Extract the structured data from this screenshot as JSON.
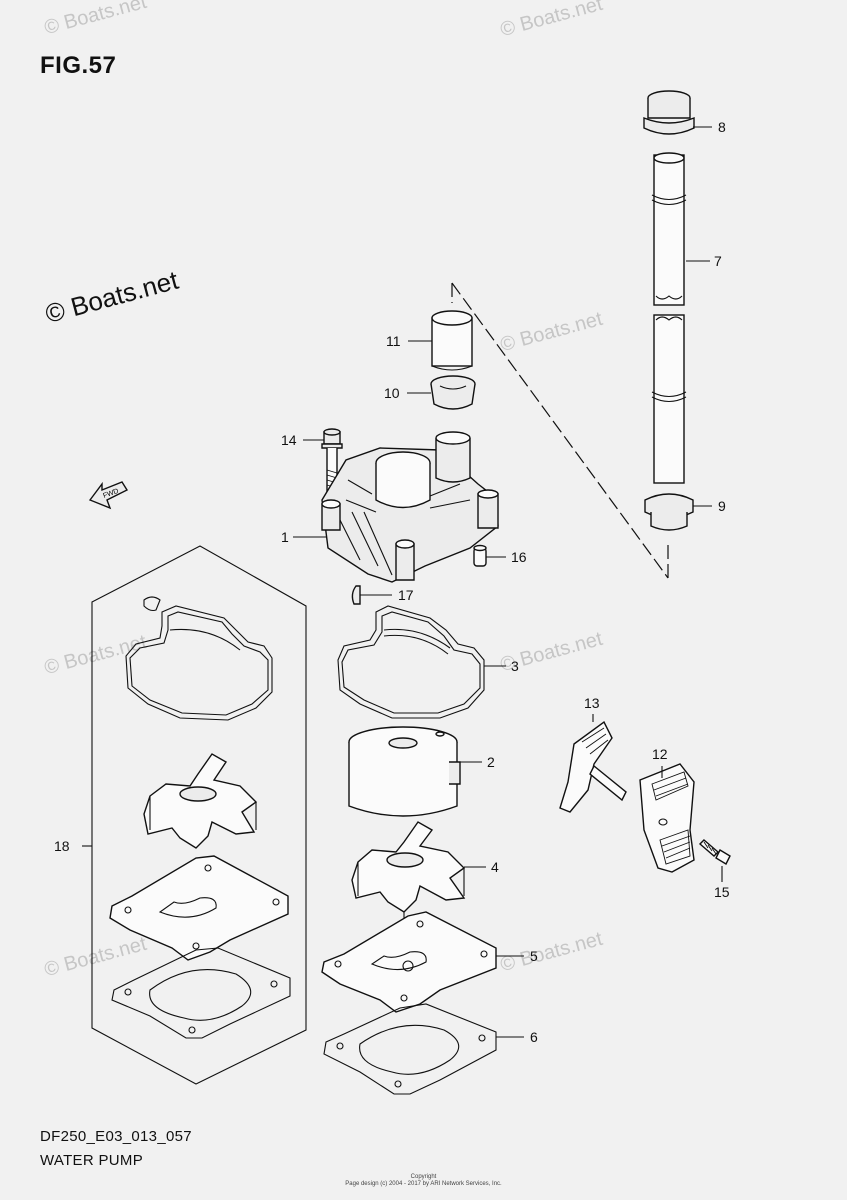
{
  "figure": {
    "title": "FIG.57",
    "code": "DF250_E03_013_057",
    "name": "WATER PUMP"
  },
  "watermarks": {
    "main": "© Boats.net",
    "repeat": "© Boats.net"
  },
  "direction_arrow_label": "FWD",
  "callouts": [
    {
      "number": "1"
    },
    {
      "number": "2"
    },
    {
      "number": "3"
    },
    {
      "number": "4"
    },
    {
      "number": "5"
    },
    {
      "number": "6"
    },
    {
      "number": "7"
    },
    {
      "number": "8"
    },
    {
      "number": "9"
    },
    {
      "number": "10"
    },
    {
      "number": "11"
    },
    {
      "number": "12"
    },
    {
      "number": "13"
    },
    {
      "number": "14"
    },
    {
      "number": "15"
    },
    {
      "number": "16"
    },
    {
      "number": "17"
    },
    {
      "number": "18"
    }
  ],
  "footer": {
    "line1": "Copyright",
    "line2": "Page design (c) 2004 - 2017 by ARI Network Services, Inc."
  }
}
